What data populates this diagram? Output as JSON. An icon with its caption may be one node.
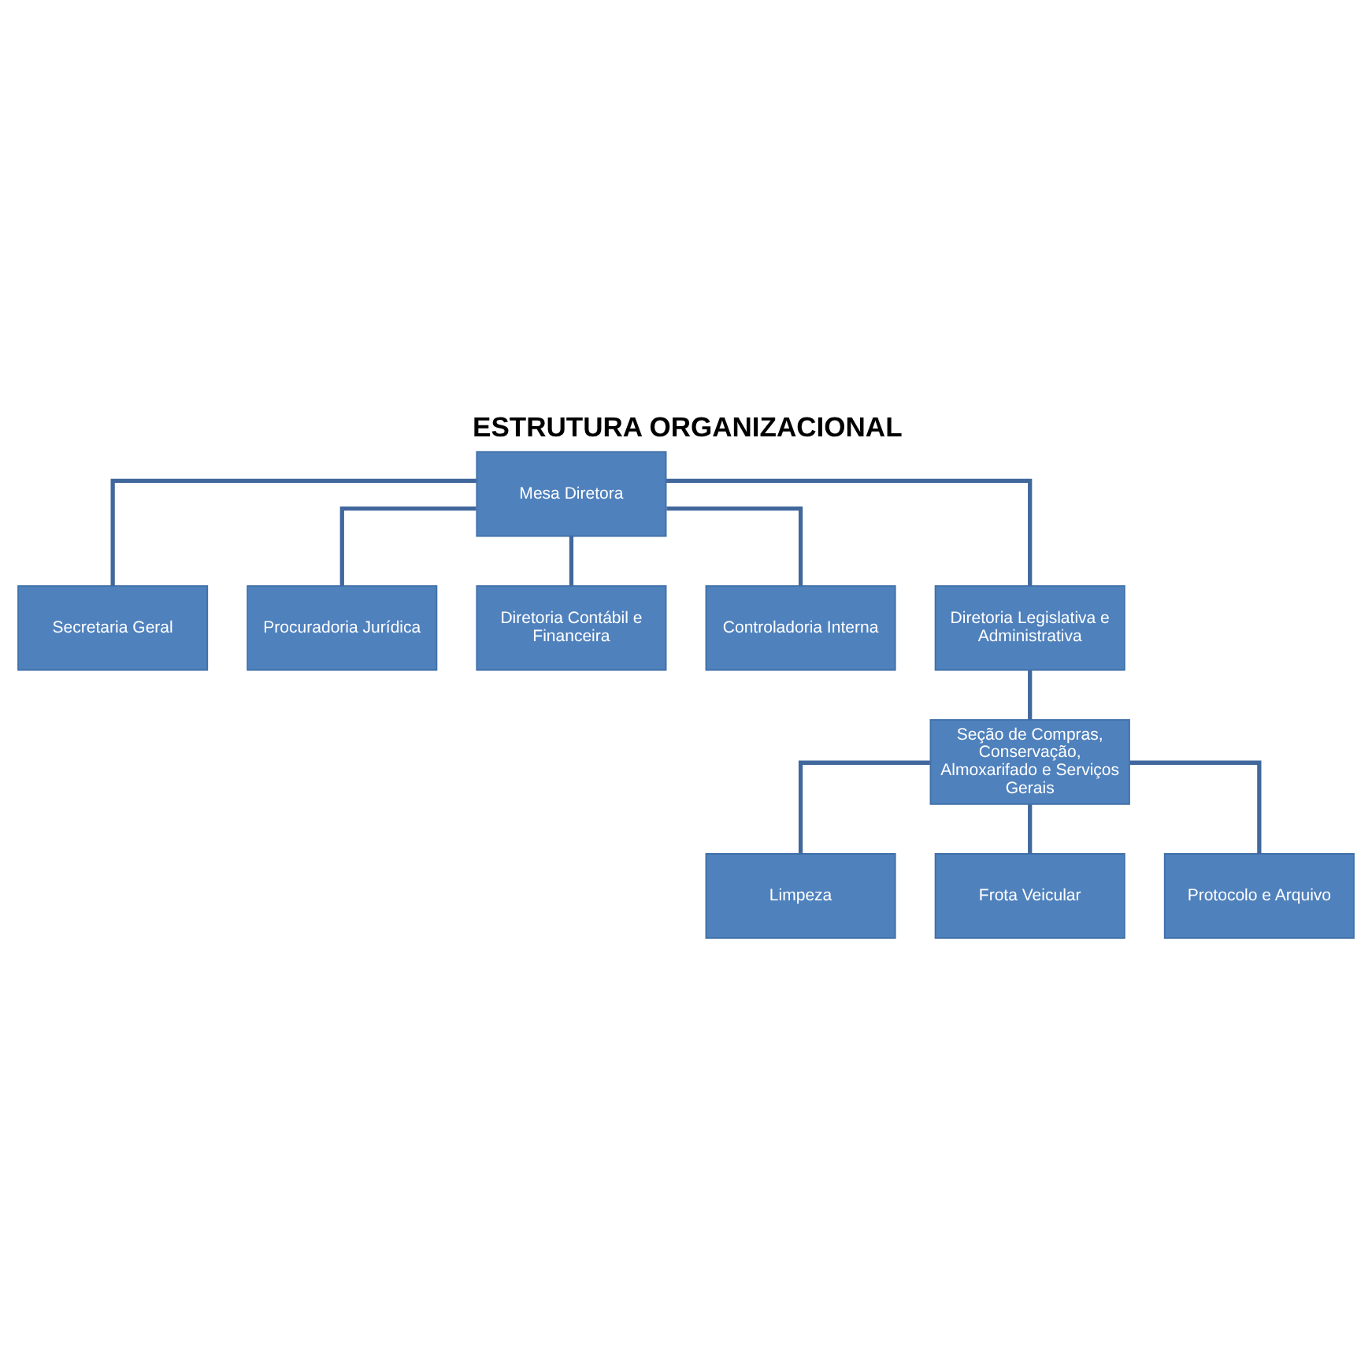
{
  "diagram": {
    "title": "ESTRUTURA ORGANIZACIONAL",
    "nodes": [
      {
        "text": [
          "Mesa Diretora"
        ]
      },
      {
        "text": [
          "Secretaria Geral"
        ]
      },
      {
        "text": [
          "Procuradoria Jurídica"
        ]
      },
      {
        "text": [
          "Diretoria Contábil e Financeira"
        ]
      },
      {
        "text": [
          "Controladoria Interna"
        ]
      },
      {
        "text": [
          "Diretoria Legislativa e Administrativa"
        ]
      },
      {
        "text": [
          "Seção de Compras, Conservação, Almoxarifado e Serviços Gerais"
        ]
      },
      {
        "text": [
          "Limpeza"
        ]
      },
      {
        "text": [
          "Frota Veicular"
        ]
      },
      {
        "text": [
          "Protocolo e Arquivo"
        ]
      }
    ],
    "edges": [
      {
        "from": 0,
        "to": 1,
        "arrow": "none"
      },
      {
        "from": 0,
        "to": 2,
        "arrow": "none"
      },
      {
        "from": 0,
        "to": 3,
        "arrow": "none"
      },
      {
        "from": 0,
        "to": 4,
        "arrow": "none"
      },
      {
        "from": 0,
        "to": 5,
        "arrow": "none"
      },
      {
        "from": 5,
        "to": 6,
        "arrow": "none"
      },
      {
        "from": 6,
        "to": 7,
        "arrow": "none"
      },
      {
        "from": 6,
        "to": 8,
        "arrow": "none"
      },
      {
        "from": 6,
        "to": 9,
        "arrow": "none"
      }
    ]
  }
}
